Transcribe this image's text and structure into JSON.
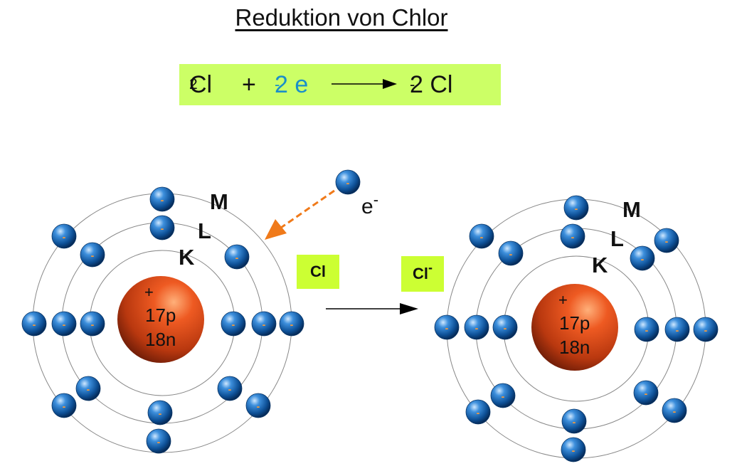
{
  "title": "Reduktion von Chlor",
  "equation": {
    "reactant": "Cl",
    "reactant_sub": "2",
    "plus": "+",
    "electrons": "2 e",
    "electron_sup": "-",
    "product": "2 Cl",
    "product_sup": "-",
    "electron_color": "#1a8fc9",
    "background": "#ccff66"
  },
  "free_electron_label": "e",
  "free_electron_sup": "-",
  "atom": {
    "tag": "Cl",
    "nucleus_charge": "+",
    "protons": "17p",
    "neutrons": "18n",
    "shells": [
      "K",
      "L",
      "M"
    ]
  },
  "ion": {
    "tag": "Cl",
    "tag_sup": "-",
    "nucleus_charge": "+",
    "protons": "17p",
    "neutrons": "18n",
    "shells": [
      "K",
      "L",
      "M"
    ]
  },
  "electron_minus": "-",
  "colors": {
    "tag_bg": "#ccff33",
    "electron": "#1565a8",
    "nucleus": "#d84a1b",
    "incoming_arrow": "#f07a1a",
    "orbit": "#888888"
  }
}
